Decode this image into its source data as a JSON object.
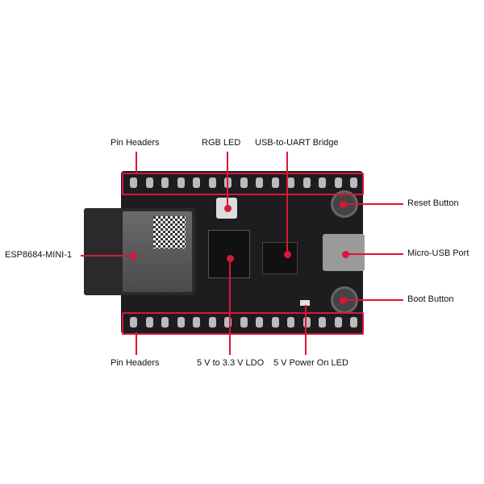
{
  "title": "ESP8684 DevKit board component layout",
  "labels": {
    "pin_headers_top": "Pin Headers",
    "rgb_led": "RGB LED",
    "usb_uart_bridge": "USB-to-UART Bridge",
    "reset_button": "Reset Button",
    "micro_usb_port": "Micro-USB Port",
    "boot_button": "Boot Button",
    "module": "ESP8684-MINI-1",
    "pin_headers_bottom": "Pin Headers",
    "ldo": "5 V to 3.3 V LDO",
    "power_led": "5 V Power On LED"
  },
  "colors": {
    "callout": "#d8173a",
    "board": "#1d1d1f"
  }
}
